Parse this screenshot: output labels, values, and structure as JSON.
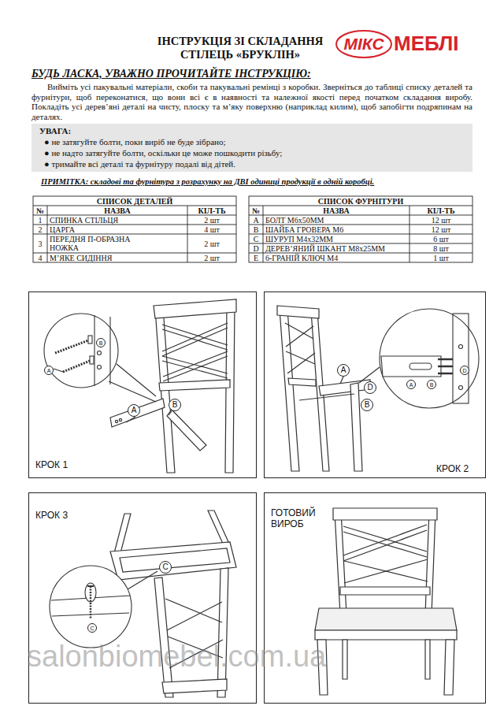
{
  "diagram": {
    "title": "ІНСТРУКЦІЯ ЗІ СКЛАДАННЯ СТІЛЕЦЬ «БРУКЛІН»",
    "nodes": [
      {
        "text": [
          "УВАГА:",
          "● не затягуйте болти, поки виріб не буде зібрано;",
          "● не надто затягуйте болти, оскільки це може пошкодити різьбу;",
          "● тримайте всі деталі та фурнітуру подалі від дітей."
        ]
      },
      {
        "text": [
          "КРОК 1"
        ]
      },
      {
        "text": [
          "A"
        ],
        "in": 1
      },
      {
        "text": [
          "B"
        ],
        "in": 1
      },
      {
        "text": [
          "A"
        ],
        "in": 1
      },
      {
        "text": [
          "B"
        ],
        "in": 1
      },
      {
        "text": [
          "КРОК 2"
        ]
      },
      {
        "text": [
          "A"
        ],
        "in": 6
      },
      {
        "text": [
          "D"
        ],
        "in": 6
      },
      {
        "text": [
          "B"
        ],
        "in": 6
      },
      {
        "text": [
          "A"
        ],
        "in": 6
      },
      {
        "text": [
          "B"
        ],
        "in": 6
      },
      {
        "text": [
          "D"
        ],
        "in": 6
      },
      {
        "text": [
          "КРОК 3"
        ]
      },
      {
        "text": [
          "C"
        ],
        "in": 13
      },
      {
        "text": [
          "C"
        ],
        "in": 13
      },
      {
        "text": [
          "ГОТОВИЙ ВИРОБ"
        ]
      }
    ],
    "labels": [
      "МІКС",
      "МЕБЛІ",
      "БУДЬ ЛАСКА, УВАЖНО ПРОЧИТАЙТЕ ІНСТРУКЦІЮ:",
      "Вийміть усі пакувальні матеріали, скоби та пакувальні ремінці з коробки. Зверніться до таблиці списку деталей та фурнітури, щоб переконатися, що вони всі є в наявності та належної якості перед початком складання виробу. Покладіть усі дерев’яні деталі на чисту, плоску та м’яку поверхню (наприклад килим), щоб запобігти подряпинам на деталях.",
      "ПРИМІТКА: складові та фурнітура з розрахунку на ДВІ одиниці продукції в одній коробці.",
      "СПИСОК ДЕТАЛЕЙ",
      "№",
      "НАЗВА",
      "КІЛ-ТЬ",
      "1",
      "СПИНКА СТІЛЬЦЯ",
      "2 шт",
      "2",
      "ЦАРГА",
      "4 шт",
      "3",
      "ПЕРЕДНЯ П-ОБРАЗНА НОЖКА",
      "2 шт",
      "4",
      "М’ЯКЕ СИДІННЯ",
      "2 шт",
      "СПИСОК ФУРНІТУРИ",
      "№",
      "НАЗВА",
      "КІЛ-ТЬ",
      "A",
      "БОЛТ М6х50ММ",
      "12 шт",
      "B",
      "ШАЙБА ГРОВЕРА М6",
      "12 шт",
      "C",
      "ШУРУП М4х32ММ",
      "6 шт",
      "D",
      "ДЕРЕВ’ЯНИЙ ШКАНТ М8х25ММ",
      "8 шт",
      "E",
      "6-ГРАНІЙ КЛЮЧ М4",
      "1 шт",
      "salonbiomebel.com.ua"
    ]
  }
}
